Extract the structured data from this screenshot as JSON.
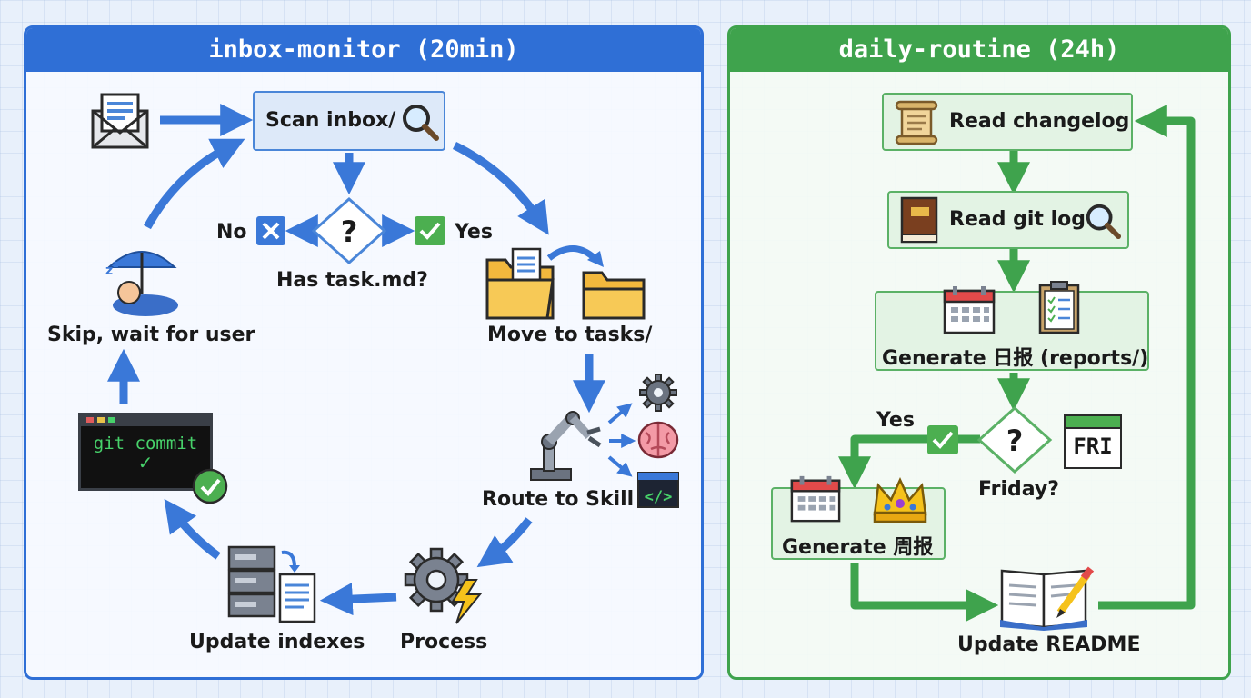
{
  "left_panel": {
    "title": "inbox-monitor (20min)",
    "nodes": {
      "scan": "Scan inbox/",
      "decision": "Has task.md?",
      "no": "No",
      "yes": "Yes",
      "move": "Move to tasks/",
      "route": "Route to Skill",
      "process": "Process",
      "update_indexes": "Update indexes",
      "commit_caption": "git commit",
      "skip": "Skip, wait for user"
    },
    "icons": [
      "envelope-icon",
      "magnifier-icon",
      "question-diamond-icon",
      "x-mark-icon",
      "check-mark-icon",
      "folder-move-icon",
      "robot-arm-icon",
      "gear-icon",
      "brain-icon",
      "code-window-icon",
      "gear-lightning-icon",
      "server-document-icon",
      "terminal-icon",
      "sleeping-umbrella-icon"
    ]
  },
  "right_panel": {
    "title": "daily-routine (24h)",
    "nodes": {
      "changelog": "Read changelog",
      "gitlog": "Read git log",
      "daily_report": "Generate 日报 (reports/)",
      "yes": "Yes",
      "decision": "Friday?",
      "fri_badge": "FRI",
      "weekly_report": "Generate 周报",
      "update_readme": "Update README"
    },
    "icons": [
      "scroll-icon",
      "book-icon",
      "magnifier-icon",
      "calendar-icon",
      "clipboard-icon",
      "question-diamond-icon",
      "check-mark-icon",
      "crown-icon",
      "open-book-pencil-icon"
    ]
  },
  "colors": {
    "blue": "#2f6fd6",
    "blue_arrow": "#3a78d8",
    "green": "#3fa34d",
    "box_blue_fill": "#dde9f9",
    "box_green_fill": "#e3f3e4"
  }
}
